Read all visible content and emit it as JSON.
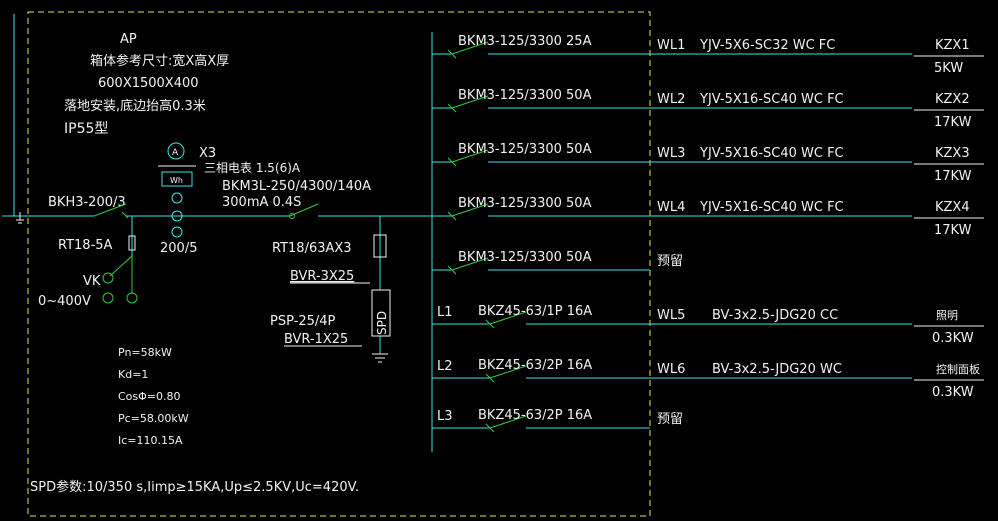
{
  "panel": {
    "name": "AP",
    "size_label": "箱体参考尺寸:宽X高X厚",
    "size_value": "600X1500X400",
    "install": "落地安装,底边抬高0.3米",
    "ip": "IP55型"
  },
  "incoming": {
    "main_breaker": "BKH3-200/3",
    "fuse": "RT18-5A",
    "voltmeter_tag": "VK",
    "voltmeter_range": "0~400V",
    "ct_ratio": "200/5",
    "meter_x": "X3",
    "meter_desc": "三相电表 1.5(6)A",
    "meter_symbol": "Wh",
    "ammeter_symbol": "A",
    "rcd_breaker": "BKM3L-250/4300/140A",
    "rcd_trip": "300mA 0.4S",
    "spd_fuse": "RT18/63AX3",
    "spd_cable": "BVR-3X25",
    "spd_model": "PSP-25/4P",
    "spd_ground_cable": "BVR-1X25",
    "spd_label": "SPD"
  },
  "load_params": [
    "Pn=58kW",
    "Kd=1",
    "CosΦ=0.80",
    "Pc=58.00kW",
    "Ic=110.15A"
  ],
  "spd_note": "SPD参数:10/350 s,Iimp≥15KA,Up≤2.5KV,Uc=420V.",
  "circuits": [
    {
      "phase": "",
      "breaker": "BKM3-125/3300 25A",
      "circuit": "WL1",
      "cable": "YJV-5X6-SC32 WC FC",
      "load": "KZX1",
      "power": "5KW"
    },
    {
      "phase": "",
      "breaker": "BKM3-125/3300 50A",
      "circuit": "WL2",
      "cable": "YJV-5X16-SC40 WC FC",
      "load": "KZX2",
      "power": "17KW"
    },
    {
      "phase": "",
      "breaker": "BKM3-125/3300 50A",
      "circuit": "WL3",
      "cable": "YJV-5X16-SC40 WC FC",
      "load": "KZX3",
      "power": "17KW"
    },
    {
      "phase": "",
      "breaker": "BKM3-125/3300 50A",
      "circuit": "WL4",
      "cable": "YJV-5X16-SC40 WC FC",
      "load": "KZX4",
      "power": "17KW"
    },
    {
      "phase": "",
      "breaker": "BKM3-125/3300 50A",
      "circuit": "预留",
      "cable": "",
      "load": "",
      "power": ""
    },
    {
      "phase": "L1",
      "breaker": "BKZ45-63/1P 16A",
      "circuit": "WL5",
      "cable": "BV-3x2.5-JDG20 CC",
      "load": "照明",
      "power": "0.3KW"
    },
    {
      "phase": "L2",
      "breaker": "BKZ45-63/2P 16A",
      "circuit": "WL6",
      "cable": "BV-3x2.5-JDG20 WC",
      "load": "控制面板",
      "power": "0.3KW"
    },
    {
      "phase": "L3",
      "breaker": "BKZ45-63/2P 16A",
      "circuit": "预留",
      "cable": "",
      "load": "",
      "power": ""
    }
  ],
  "colors": {
    "background": "#000000",
    "text": "#f2f2f2",
    "bus": "#39e6e6",
    "switch": "#2ecc40",
    "border": "#e6e64a"
  }
}
